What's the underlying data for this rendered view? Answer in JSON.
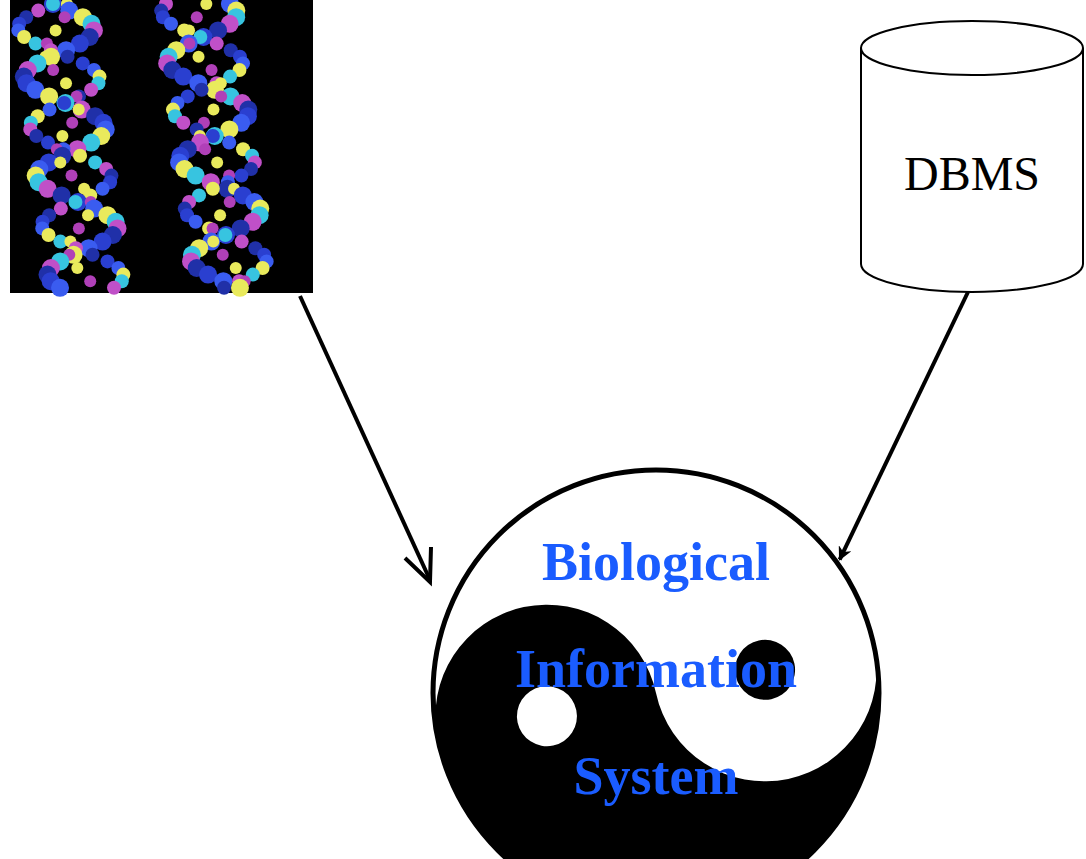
{
  "diagram": {
    "nodes": [
      {
        "text": [
          "DBMS"
        ]
      },
      {
        "text": [
          "Biological Information System"
        ]
      }
    ],
    "edges": [
      {
        "from": 0,
        "to": 1,
        "arrow": "to"
      }
    ]
  }
}
